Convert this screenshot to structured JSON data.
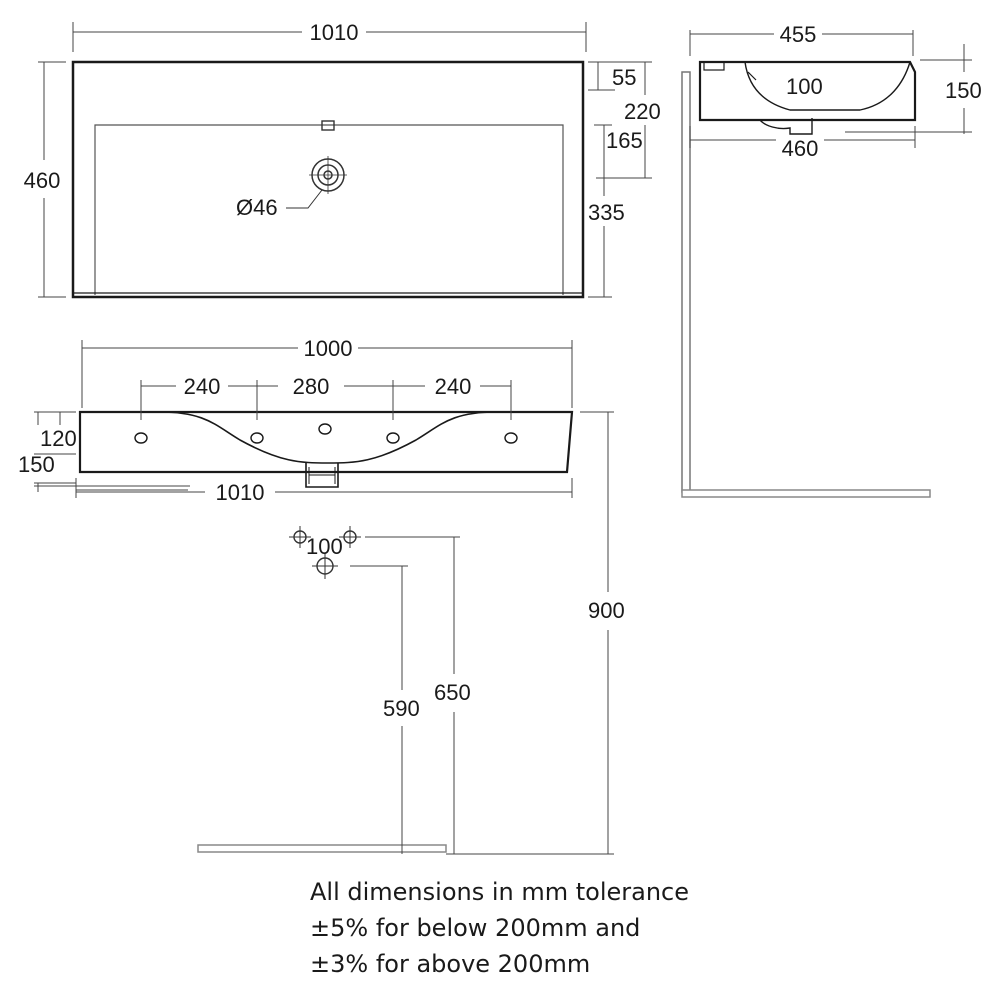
{
  "title": "",
  "colors": {
    "line": "#1a1a1a",
    "dim_line": "#444444",
    "floor": "#9a9a9a",
    "wall": "#a8a8a8"
  },
  "views": {
    "top": {
      "overall_width": "1010",
      "overall_depth": "460",
      "rear_offset": "55",
      "tap_to_waste": "220",
      "waste_offset": "165",
      "bowl_depth": "335",
      "waste_diameter": "Ø46"
    },
    "front": {
      "bowl_width": "1000",
      "hole_spacing_left": "240",
      "hole_spacing_centre": "280",
      "hole_spacing_right": "240",
      "rim_height": "120",
      "overall_height": "150",
      "overall_width": "1010"
    },
    "side": {
      "depth_top": "455",
      "bowl_depth": "100",
      "height": "150",
      "depth_bottom": "460"
    },
    "installation": {
      "trap_spacing": "100",
      "waste_height": "590",
      "supply_height": "650",
      "rim_height": "900"
    }
  },
  "note": {
    "line1": "All dimensions in mm tolerance",
    "line2": "±5% for below 200mm and",
    "line3": "±3% for above 200mm"
  }
}
